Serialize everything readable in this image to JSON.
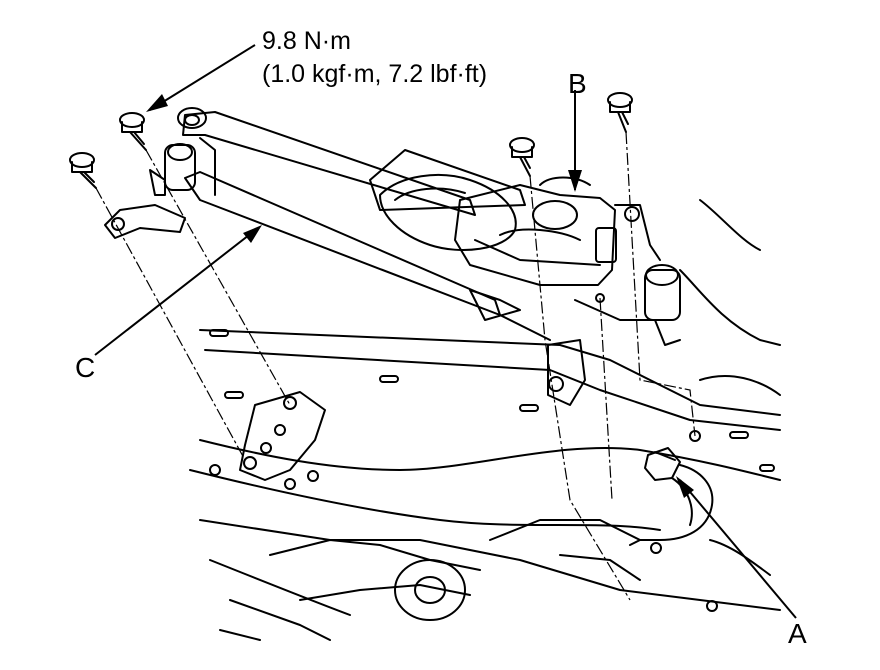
{
  "torque_spec": {
    "line1": "9.8 N·m",
    "line2": "(1.0 kgf·m, 7.2 lbf·ft)"
  },
  "callouts": {
    "a": "A",
    "b": "B",
    "c": "C"
  },
  "colors": {
    "line": "#000000",
    "background": "#ffffff"
  }
}
